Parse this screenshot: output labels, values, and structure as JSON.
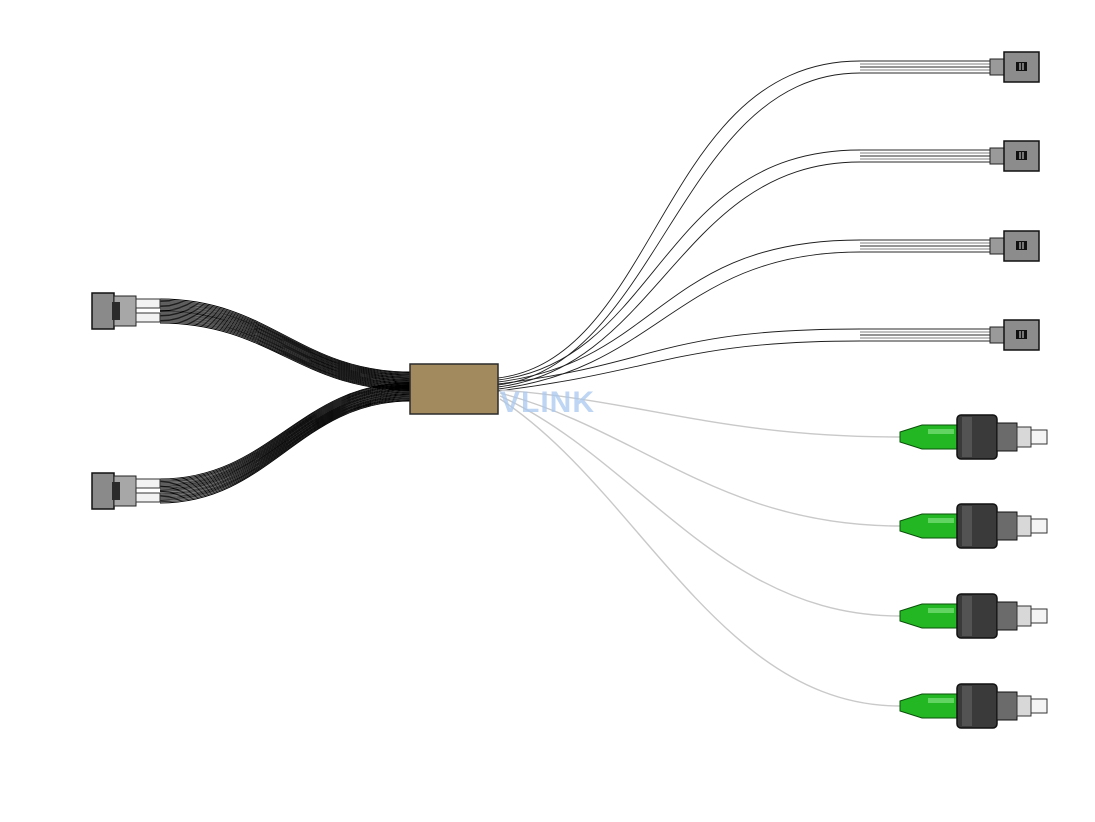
{
  "diagram": {
    "watermark": "VLINK",
    "colors": {
      "splitter_body": "#a38a5e",
      "splitter_outline": "#2a2a2a",
      "ribbon_stripe": "#000000",
      "sleeved_fiber": "#1e1e1e",
      "bare_fiber": "#c9c9c9",
      "sc_connector_body": "#8c8c8c",
      "fc_boot_green": "#23b823",
      "fc_nut_dark": "#3a3a3a",
      "fc_ferrule": "#d8d8d8"
    },
    "left_connectors": [
      {
        "name": "ribbon-connector-top",
        "icon": "ribbon-connector-icon"
      },
      {
        "name": "ribbon-connector-bottom",
        "icon": "ribbon-connector-icon"
      }
    ],
    "right_sc_connectors": [
      {
        "name": "sc-connector-1",
        "icon": "sc-connector-icon"
      },
      {
        "name": "sc-connector-2",
        "icon": "sc-connector-icon"
      },
      {
        "name": "sc-connector-3",
        "icon": "sc-connector-icon"
      },
      {
        "name": "sc-connector-4",
        "icon": "sc-connector-icon"
      }
    ],
    "right_fc_connectors": [
      {
        "name": "fc-apc-connector-1",
        "icon": "fc-connector-icon"
      },
      {
        "name": "fc-apc-connector-2",
        "icon": "fc-connector-icon"
      },
      {
        "name": "fc-apc-connector-3",
        "icon": "fc-connector-icon"
      },
      {
        "name": "fc-apc-connector-4",
        "icon": "fc-connector-icon"
      }
    ]
  }
}
